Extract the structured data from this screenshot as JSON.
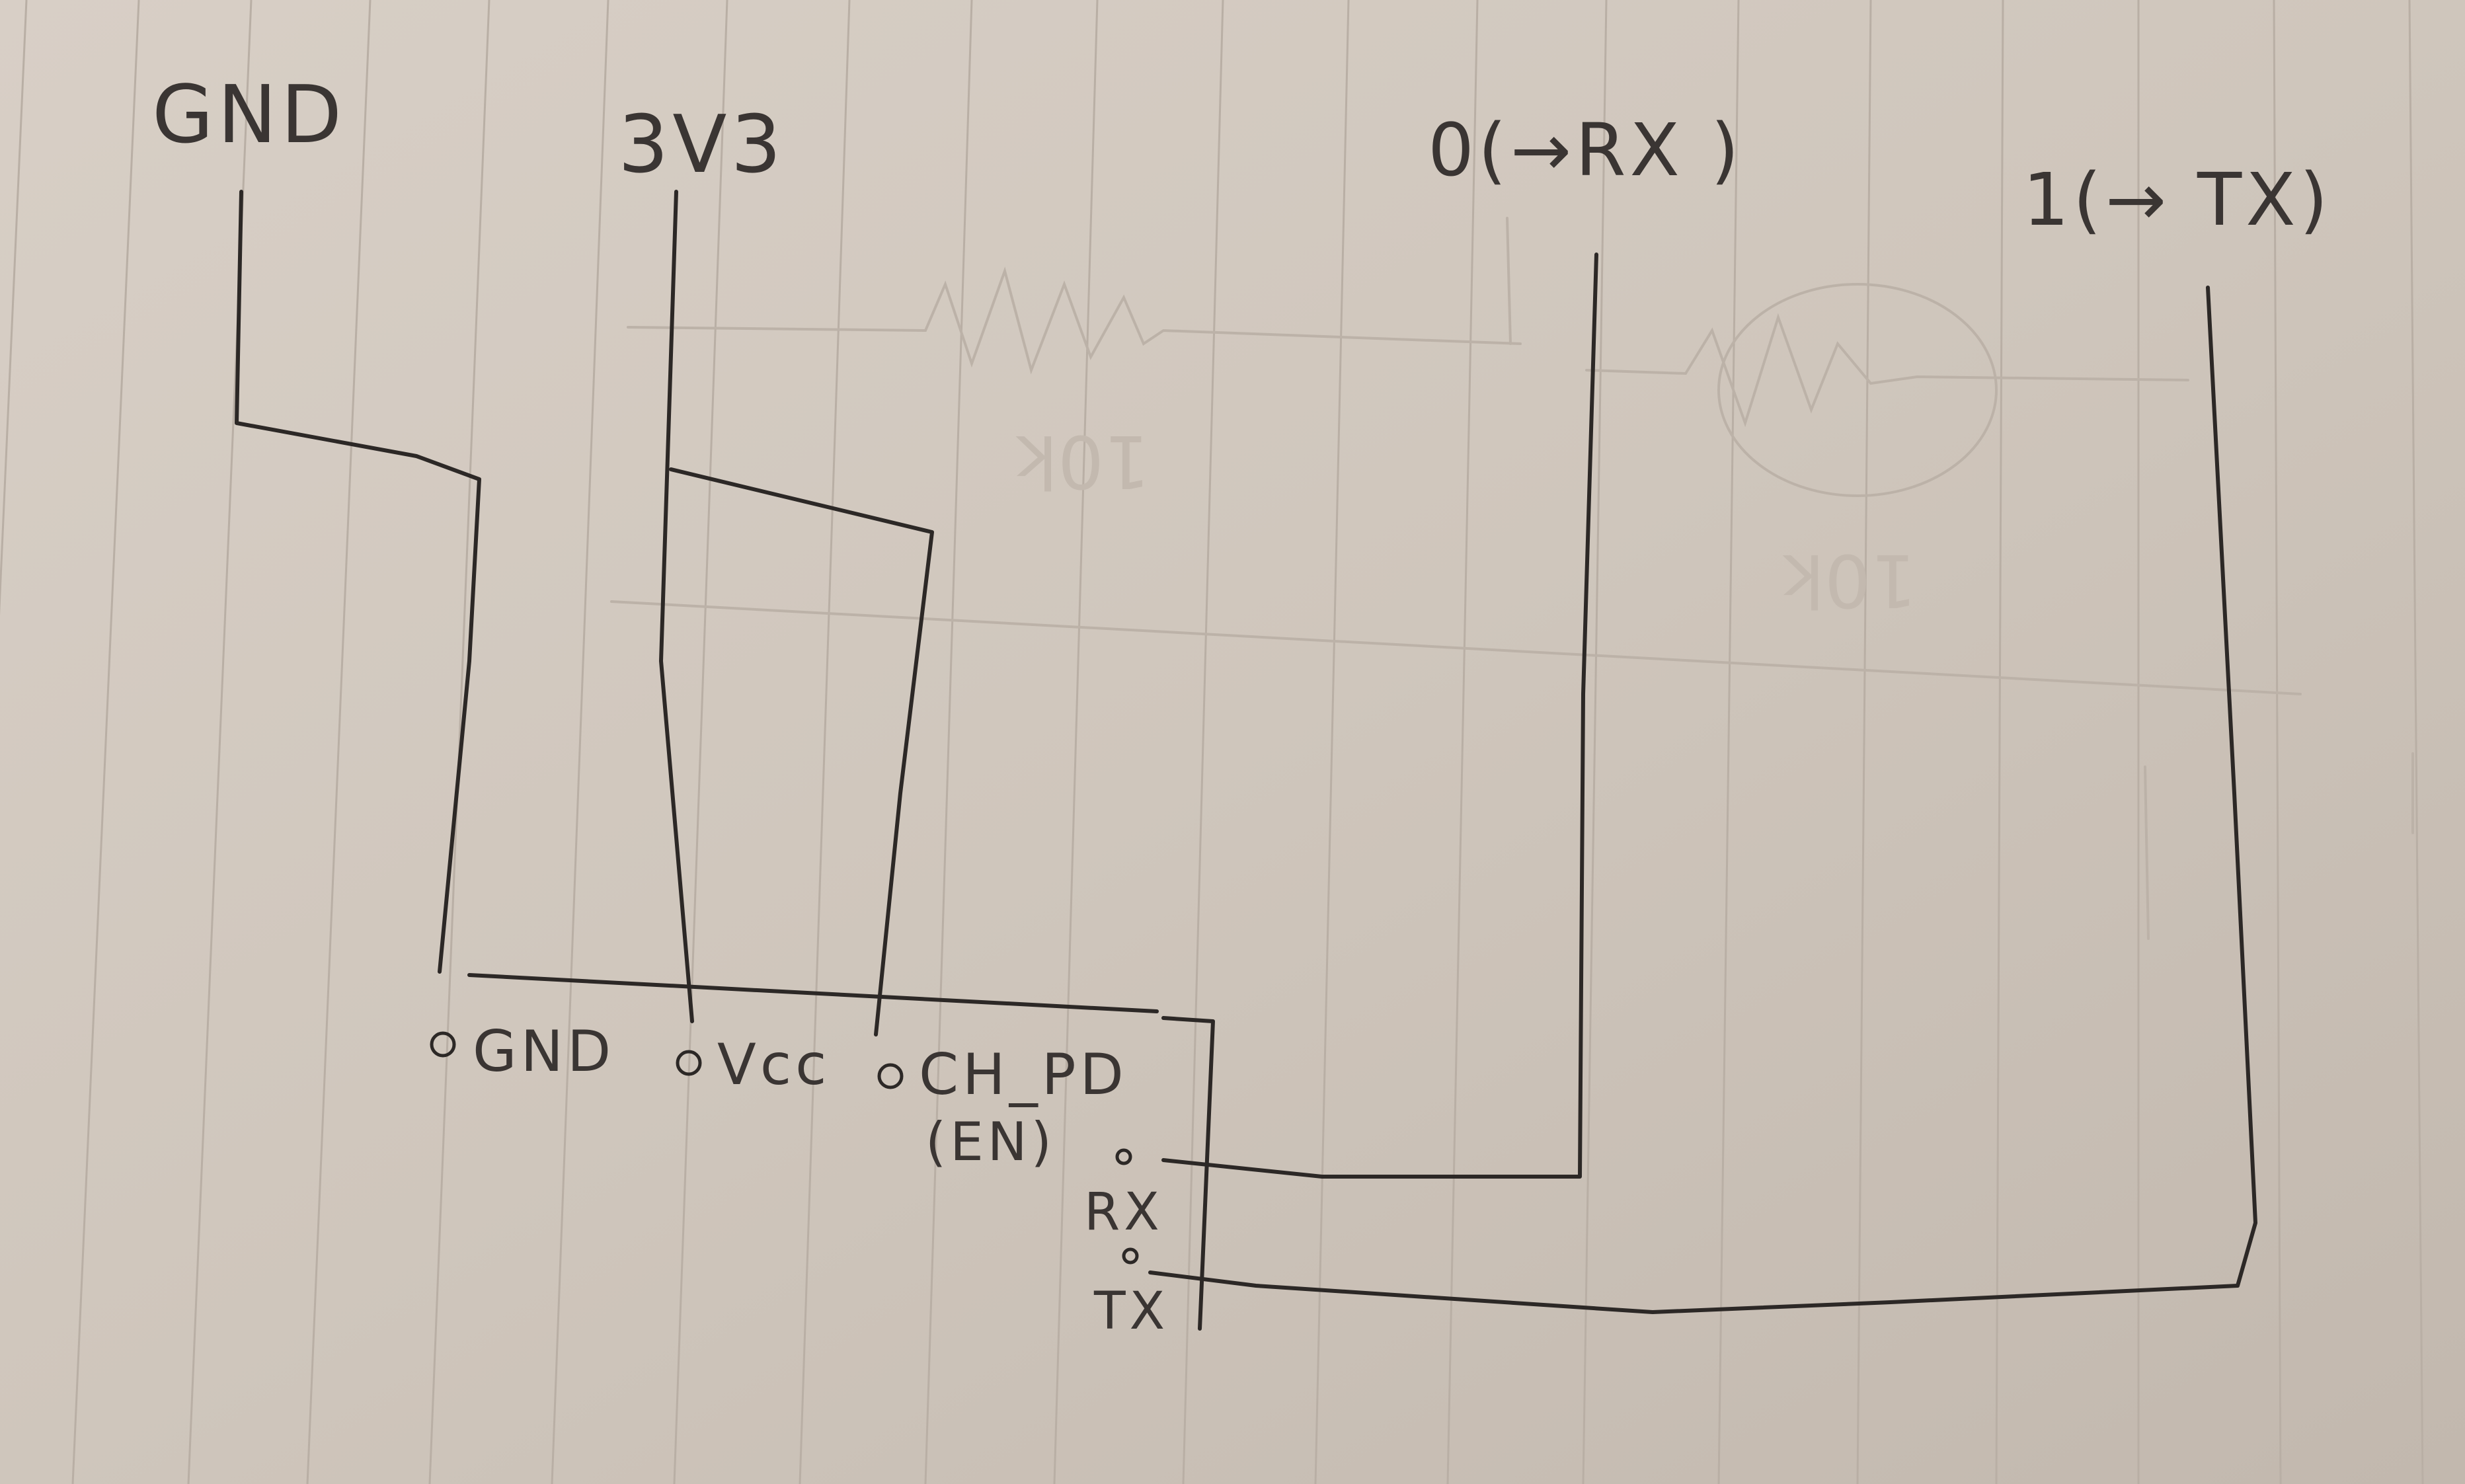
{
  "diagram": {
    "top_labels": {
      "gnd": "GND",
      "v33": "3V3",
      "pin0": "0(→RX )",
      "pin1": "1(→ TX)"
    },
    "module_pins": {
      "gnd": "GND",
      "vcc": "Vcc",
      "ch_pd": "CH_PD",
      "ch_pd_alt": "(EN)",
      "rx": "RX",
      "tx": "TX"
    },
    "ghost_labels": {
      "resistor_1": "10k",
      "resistor_2": "10k"
    }
  },
  "colors": {
    "paper": "#cfc5bb",
    "ink": "#2c2826",
    "bleed_through": "#c3b9af"
  }
}
